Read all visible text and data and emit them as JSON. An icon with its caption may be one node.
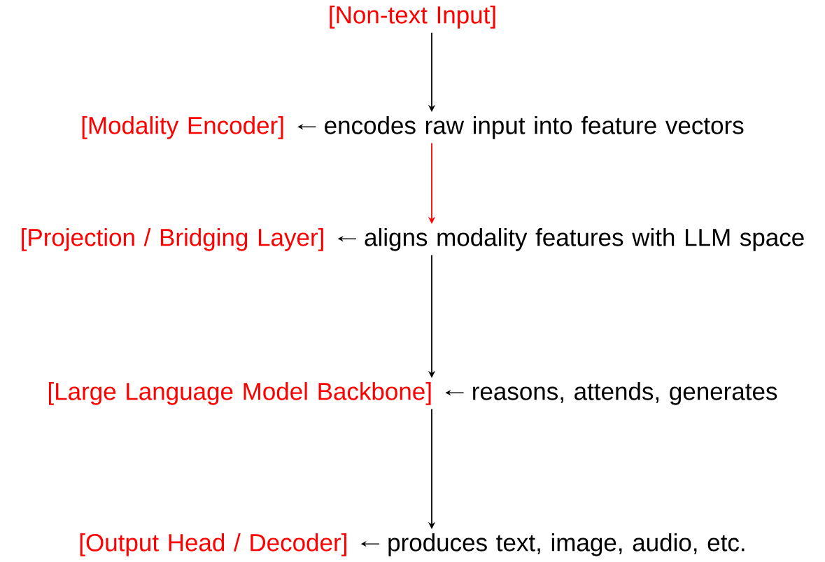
{
  "diagram": {
    "nodes": [
      {
        "text": [
          "[Non-text Input]"
        ]
      },
      {
        "text": [
          "[Modality Encoder]",
          "encodes raw input into feature vectors"
        ]
      },
      {
        "text": [
          "[Projection / Bridging Layer]",
          "aligns modality features with LLM space"
        ]
      },
      {
        "text": [
          "[Large Language Model Backbone]",
          "reasons, attends, generates"
        ]
      },
      {
        "text": [
          "[Output Head / Decoder]",
          "produces text, image, audio, etc."
        ]
      }
    ],
    "edges": [
      {
        "from": 0,
        "to": 1,
        "arrow": "to"
      },
      {
        "from": 1,
        "to": 2,
        "arrow": "to",
        "color": "#ff0000"
      },
      {
        "from": 2,
        "to": 3,
        "arrow": "to"
      },
      {
        "from": 3,
        "to": 4,
        "arrow": "to"
      }
    ]
  }
}
